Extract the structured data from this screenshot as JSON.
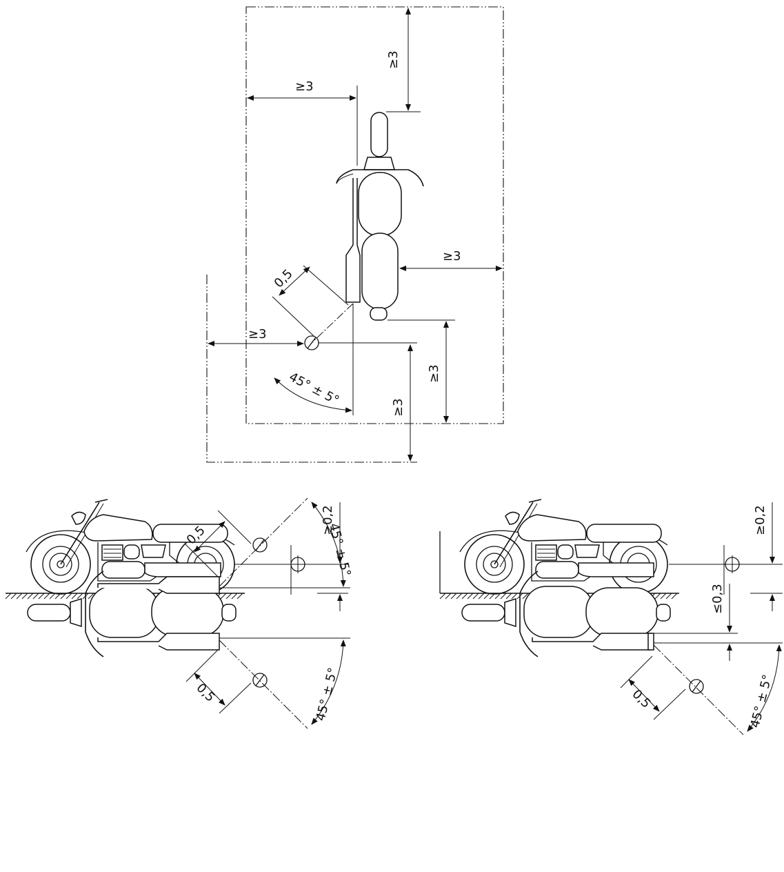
{
  "labels": {
    "ge3": "≥3",
    "d05": "0,5",
    "angle": "45° ± 5°",
    "ge02": "≥0,2",
    "le03": "≤0,3"
  },
  "icons": [
    "motorcycle-top-view-icon",
    "motorcycle-side-view-icon",
    "microphone-position-icon",
    "ground-hatch-icon"
  ]
}
